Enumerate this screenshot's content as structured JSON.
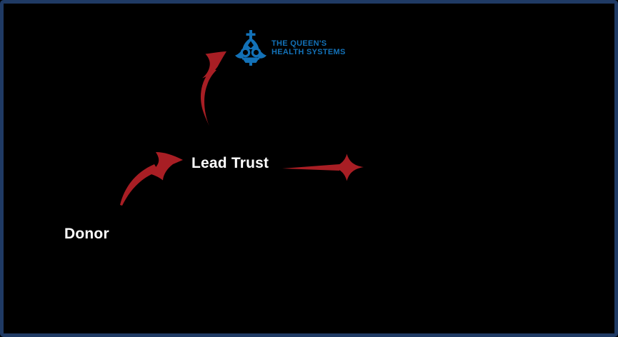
{
  "colors": {
    "bg_black": "#000000",
    "border_navy": "#1f3a64",
    "arrow_red": "#a81e24",
    "logo_blue": "#1371b7",
    "text_white": "#ffffff"
  },
  "logo": {
    "crest_icon": "queens-crown-crest",
    "org_line1": "THE QUEEN'S",
    "org_line2": "HEALTH SYSTEMS"
  },
  "diagram": {
    "type": "flow-diagram",
    "title": "",
    "nodes": [
      {
        "id": "donor",
        "label": "Donor"
      },
      {
        "id": "lead_trust",
        "label": "Lead Trust"
      },
      {
        "id": "qhs",
        "label": "THE QUEEN'S HEALTH SYSTEMS"
      }
    ],
    "edges": [
      {
        "from": "donor",
        "to": "lead_trust",
        "style": "curved-red-swoosh"
      },
      {
        "from": "lead_trust",
        "to": "qhs",
        "style": "curved-red-swoosh"
      },
      {
        "from": "lead_trust",
        "to": "right-unlabeled",
        "style": "straight-red-swoosh"
      }
    ]
  },
  "labels": {
    "donor": "Donor",
    "lead_trust": "Lead Trust"
  }
}
